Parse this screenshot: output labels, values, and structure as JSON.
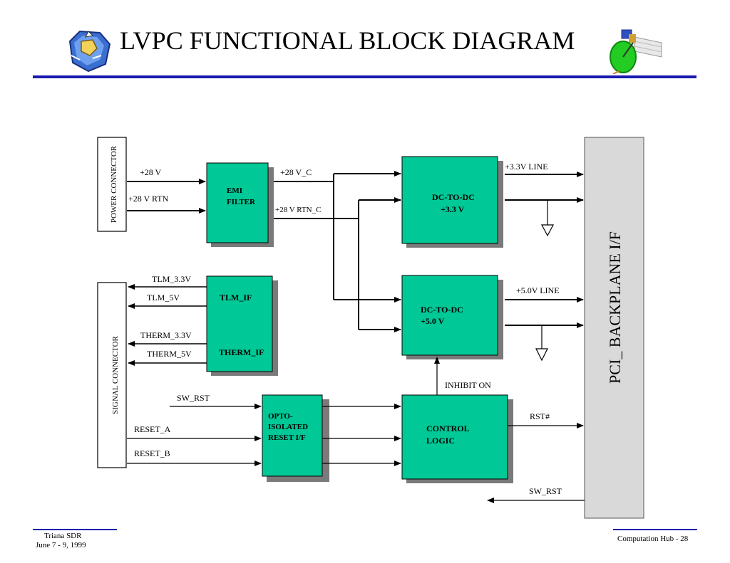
{
  "slide": {
    "title": "LVPC FUNCTIONAL BLOCK DIAGRAM",
    "footer_left_line1": "Triana SDR",
    "footer_left_line2": "June 7 - 9, 1999",
    "footer_right": "Computation Hub  - 28"
  },
  "colors": {
    "block_fill": "#00c896",
    "block_shadow": "#7a7a7a",
    "backplane_fill": "#d9d9d9",
    "rule_blue": "#1a1ab0"
  },
  "connectors": {
    "power": "POWER CONNECTOR",
    "signal": "SIGNAL CONNECTOR",
    "backplane": "PCI_ BACKPLANE I/F"
  },
  "blocks": {
    "emi_line1": "EMI",
    "emi_line2": "FILTER",
    "dc33_line1": "DC-TO-DC",
    "dc33_line2": "+3.3 V",
    "dc50_line1": "DC-TO-DC",
    "dc50_line2": "+5.0 V",
    "tlm_if": "TLM_IF",
    "therm_if": "THERM_IF",
    "opto_line1": "OPTO-",
    "opto_line2": "ISOLATED",
    "opto_line3": "RESET I/F",
    "ctrl_line1": "CONTROL",
    "ctrl_line2": "LOGIC"
  },
  "signals": {
    "p28v": "+28 V",
    "p28v_rtn": "+28 V RTN",
    "p28v_c": "+28 V_C",
    "p28v_rtn_c": "+28 V RTN_C",
    "line33": "+3.3V LINE",
    "line50": "+5.0V LINE",
    "tlm33": "TLM_3.3V",
    "tlm5": "TLM_5V",
    "therm33": "THERM_3.3V",
    "therm5": "THERM_5V",
    "sw_rst_in": "SW_RST",
    "reset_a": "RESET_A",
    "reset_b": "RESET_B",
    "inhibit": "INHIBIT ON",
    "rst": "RST#",
    "sw_rst_out": "SW_RST"
  }
}
